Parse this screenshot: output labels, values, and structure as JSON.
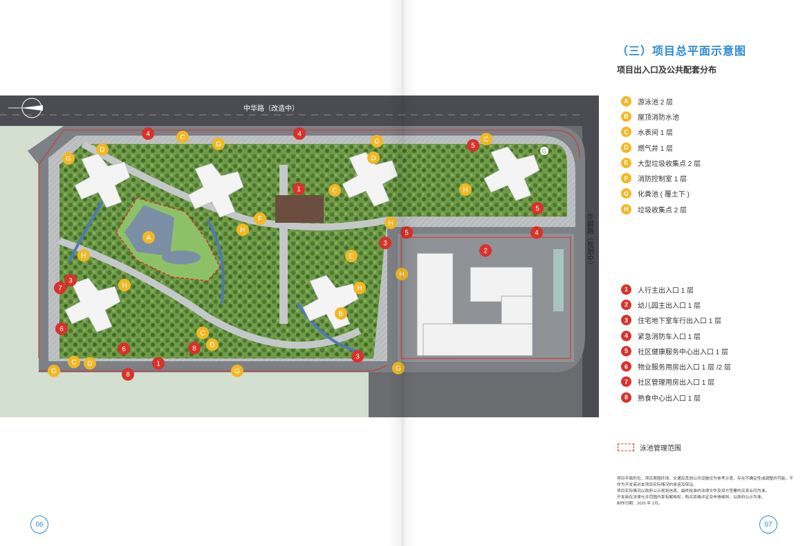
{
  "page": {
    "title": "（三）项目总平面示意图",
    "subtitle": "项目出入口及公共配套分布",
    "left_page_number": "06",
    "right_page_number": "07"
  },
  "map": {
    "road_top": "中华路（改造中）",
    "road_right": "华越路（规划中）",
    "markers": [
      {
        "label": "4",
        "type": "red"
      },
      {
        "label": "4",
        "type": "red"
      },
      {
        "label": "5",
        "type": "red"
      },
      {
        "label": "C",
        "type": "yellow"
      },
      {
        "label": "G",
        "type": "yellow"
      },
      {
        "label": "D",
        "type": "yellow"
      },
      {
        "label": "G",
        "type": "yellow"
      },
      {
        "label": "G",
        "type": "yellow"
      },
      {
        "label": "D",
        "type": "yellow"
      },
      {
        "label": "C",
        "type": "yellow"
      },
      {
        "label": "1",
        "type": "red"
      },
      {
        "label": "C",
        "type": "yellow"
      },
      {
        "label": "H",
        "type": "yellow"
      },
      {
        "label": "F",
        "type": "yellow"
      },
      {
        "label": "H",
        "type": "yellow"
      },
      {
        "label": "A",
        "type": "yellow"
      },
      {
        "label": "H",
        "type": "yellow"
      },
      {
        "label": "5",
        "type": "red"
      },
      {
        "label": "5",
        "type": "red"
      },
      {
        "label": "4",
        "type": "red"
      },
      {
        "label": "H",
        "type": "yellow"
      },
      {
        "label": "3",
        "type": "red"
      },
      {
        "label": "2",
        "type": "red"
      },
      {
        "label": "E",
        "type": "yellow"
      },
      {
        "label": "H",
        "type": "yellow"
      },
      {
        "label": "H",
        "type": "yellow"
      },
      {
        "label": "7",
        "type": "red"
      },
      {
        "label": "3",
        "type": "red"
      },
      {
        "label": "H",
        "type": "yellow"
      },
      {
        "label": "B",
        "type": "yellow"
      },
      {
        "label": "6",
        "type": "red"
      },
      {
        "label": "C",
        "type": "yellow"
      },
      {
        "label": "D",
        "type": "yellow"
      },
      {
        "label": "8",
        "type": "red"
      },
      {
        "label": "6",
        "type": "red"
      },
      {
        "label": "C",
        "type": "yellow"
      },
      {
        "label": "D",
        "type": "yellow"
      },
      {
        "label": "1",
        "type": "red"
      },
      {
        "label": "G",
        "type": "yellow"
      },
      {
        "label": "8",
        "type": "red"
      },
      {
        "label": "G",
        "type": "yellow"
      },
      {
        "label": "3",
        "type": "red"
      },
      {
        "label": "G",
        "type": "yellow"
      },
      {
        "label": "G",
        "type": "yellow"
      }
    ]
  },
  "facilities_legend": [
    {
      "key": "A",
      "label": "游泳池 2 层"
    },
    {
      "key": "B",
      "label": "屋顶消防水池"
    },
    {
      "key": "C",
      "label": "水表间 1 层"
    },
    {
      "key": "D",
      "label": "燃气井 1 层"
    },
    {
      "key": "E",
      "label": "大型垃圾收集点 2 层"
    },
    {
      "key": "F",
      "label": "消防控制室 1 层"
    },
    {
      "key": "G",
      "label": "化粪池 ( 覆土下 )"
    },
    {
      "key": "H",
      "label": "垃圾收集点 2 层"
    }
  ],
  "entrances_legend": [
    {
      "key": "1",
      "label": "人行主出入口 1 层"
    },
    {
      "key": "2",
      "label": "幼儿园主出入口 1 层"
    },
    {
      "key": "3",
      "label": "住宅地下室车行出入口 1 层"
    },
    {
      "key": "4",
      "label": "紧急消防车入口 1 层"
    },
    {
      "key": "5",
      "label": "社区健康服务中心出入口 1 层"
    },
    {
      "key": "6",
      "label": "物业服务用房出入口 1 层 /2 层"
    },
    {
      "key": "7",
      "label": "社区管理用房出入口 1 层"
    },
    {
      "key": "8",
      "label": "熟食中心出入口 1 层"
    }
  ],
  "pool_range_label": "泳池管理范围",
  "notes": [
    "项目平面形位、项目周围环境、交通及其他公共设施仅为参考示意，存在不确定性或调整的可能，不作为开发商对本项目实际情况的承诺及保证。",
    "项目实际情况以政府公示规划信息、最终批准的法律文件及双方签署的买卖合同为准。",
    "开发商在法律允许范围内享有解释权，购买资格评定及申请细则，以政府公示为准。",
    "制作日期：2025 年 2月。"
  ],
  "colors": {
    "accent_blue": "#2a8bd4",
    "marker_red": "#d7322b",
    "marker_yellow": "#f2b824",
    "road": "#4a4c52",
    "greenery": "#5d8a3c"
  }
}
